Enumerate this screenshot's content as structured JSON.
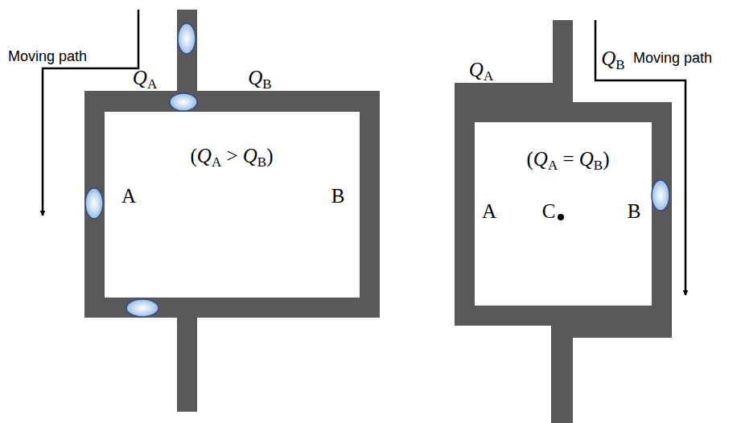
{
  "diagram": {
    "labels": [
      "Moving path",
      "QA",
      "QB",
      "(QA > QB)",
      "A",
      "B",
      "QA",
      "QB",
      "Moving path",
      "(QA = QB)",
      "A",
      "C",
      "B"
    ]
  }
}
